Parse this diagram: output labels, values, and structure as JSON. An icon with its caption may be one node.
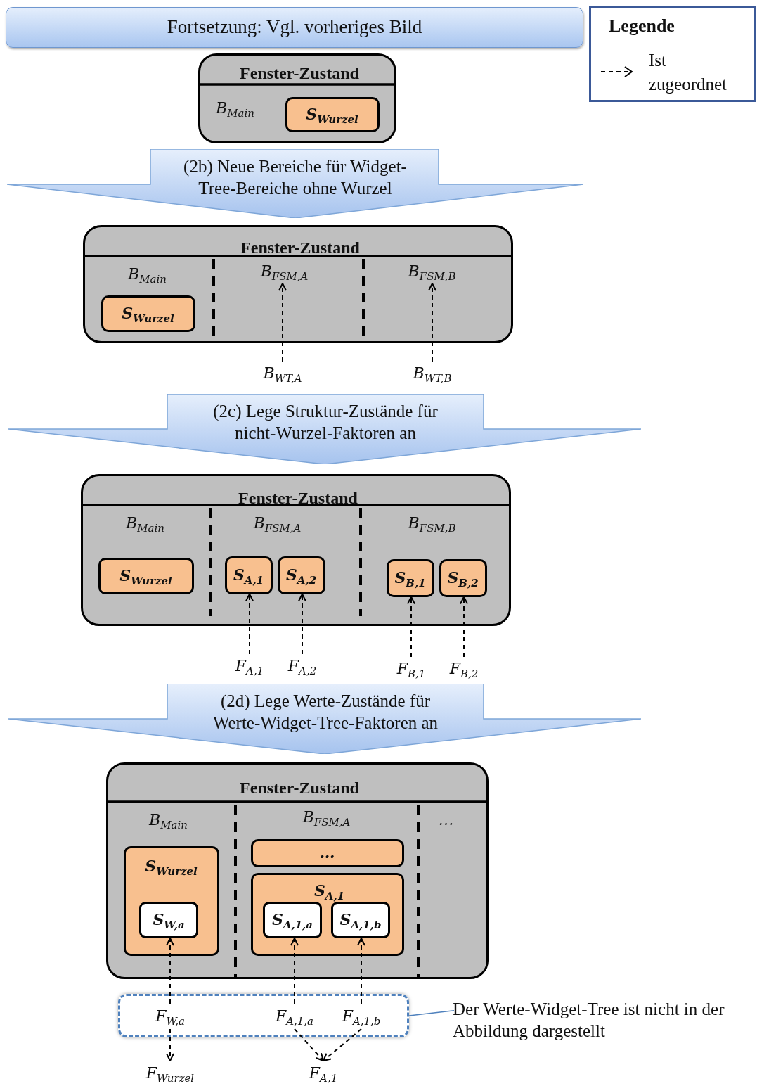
{
  "diagram": {
    "nodes": [
      {
        "text": [
          "Fortsetzung: Vgl. vorheriges Bild"
        ]
      },
      {
        "text": [
          "Fenster-Zustand"
        ]
      },
      {
        "text": [
          "B$_{Main}$"
        ],
        "in": 1
      },
      {
        "text": [
          "S$_{Wurzel}$"
        ],
        "in": 2
      },
      {
        "text": [
          "(2b) Neue Bereiche für Widget-Tree-Bereiche ohne Wurzel"
        ]
      },
      {
        "text": [
          "Fenster-Zustand"
        ]
      },
      {
        "text": [
          "B$_{Main}$"
        ],
        "in": 5
      },
      {
        "text": [
          "S$_{Wurzel}$"
        ],
        "in": 6
      },
      {
        "text": [
          "B$_{FSM,A}$"
        ],
        "in": 5
      },
      {
        "text": [
          "B$_{FSM,B}$"
        ],
        "in": 5
      },
      {
        "text": [
          "B$_{WT,A}$"
        ]
      },
      {
        "text": [
          "B$_{WT,B}$"
        ]
      },
      {
        "text": [
          "(2c) Lege Struktur-Zustände für nicht-Wurzel-Faktoren an"
        ]
      },
      {
        "text": [
          "Fenster-Zustand"
        ]
      },
      {
        "text": [
          "B$_{Main}$"
        ],
        "in": 13
      },
      {
        "text": [
          "S$_{Wurzel}$"
        ],
        "in": 14
      },
      {
        "text": [
          "B$_{FSM,A}$"
        ],
        "in": 13
      },
      {
        "text": [
          "S$_{A,1}$"
        ],
        "in": 16
      },
      {
        "text": [
          "S$_{A,2}$"
        ],
        "in": 16
      },
      {
        "text": [
          "B$_{FSM,B}$"
        ],
        "in": 13
      },
      {
        "text": [
          "S$_{B,1}$"
        ],
        "in": 19
      },
      {
        "text": [
          "S$_{B,2}$"
        ],
        "in": 19
      },
      {
        "text": [
          "F$_{A,1}$"
        ]
      },
      {
        "text": [
          "F$_{A,2}$"
        ]
      },
      {
        "text": [
          "F$_{B,1}$"
        ]
      },
      {
        "text": [
          "F$_{B,2}$"
        ]
      },
      {
        "text": [
          "(2d) Lege Werte-Zustände für Werte-Widget-Tree-Faktoren an"
        ]
      },
      {
        "text": [
          "Fenster-Zustand"
        ]
      },
      {
        "text": [
          "B$_{Main}$"
        ],
        "in": 27
      },
      {
        "text": [
          "S$_{Wurzel}$"
        ],
        "in": 28
      },
      {
        "text": [
          "S$_{W,a}$"
        ],
        "in": 29
      },
      {
        "text": [
          "B$_{FSM,A}$"
        ],
        "in": 27
      },
      {
        "text": [
          "…"
        ],
        "in": 31
      },
      {
        "text": [
          "S$_{A,1}$"
        ],
        "in": 31
      },
      {
        "text": [
          "S$_{A,1,a}$"
        ],
        "in": 33
      },
      {
        "text": [
          "S$_{A,1,b}$"
        ],
        "in": 33
      },
      {
        "text": [
          "…"
        ],
        "in": 27
      },
      {
        "text": [],
        "shape": "box"
      },
      {
        "text": [
          "F$_{W,a}$"
        ],
        "in": 37
      },
      {
        "text": [
          "F$_{A,1,a}$"
        ],
        "in": 37
      },
      {
        "text": [
          "F$_{A,1,b}$"
        ],
        "in": 37
      },
      {
        "text": [
          "F$_{Wurzel}$"
        ]
      },
      {
        "text": [
          "F$_{A,1}$"
        ]
      },
      {
        "text": [
          "Der Werte-Widget-Tree ist nicht in der Abbildung dargestellt"
        ]
      }
    ],
    "edges": [
      {
        "from": 10,
        "to": 8,
        "arrow": "to",
        "style": "dashed"
      },
      {
        "from": 11,
        "to": 9,
        "arrow": "to",
        "style": "dashed"
      },
      {
        "from": 22,
        "to": 17,
        "arrow": "to",
        "style": "dashed"
      },
      {
        "from": 23,
        "to": 18,
        "arrow": "to",
        "style": "dashed"
      },
      {
        "from": 24,
        "to": 20,
        "arrow": "to",
        "style": "dashed"
      },
      {
        "from": 25,
        "to": 21,
        "arrow": "to",
        "style": "dashed"
      },
      {
        "from": 38,
        "to": 30,
        "arrow": "to",
        "style": "dashed"
      },
      {
        "from": 39,
        "to": 34,
        "arrow": "to",
        "style": "dashed"
      },
      {
        "from": 40,
        "to": 35,
        "arrow": "to",
        "style": "dashed"
      },
      {
        "from": 38,
        "to": 41,
        "arrow": "to",
        "style": "dashed"
      },
      {
        "from": 39,
        "to": 42,
        "arrow": "to",
        "style": "dashed"
      },
      {
        "from": 40,
        "to": 42,
        "arrow": "to",
        "style": "dashed"
      },
      {
        "from": 43,
        "to": 37,
        "arrow": "none",
        "color": "#4f81bd"
      }
    ],
    "labels": [
      "Legende"
    ],
    "legend": [
      {
        "text": "Ist zugeordnet"
      }
    ]
  }
}
